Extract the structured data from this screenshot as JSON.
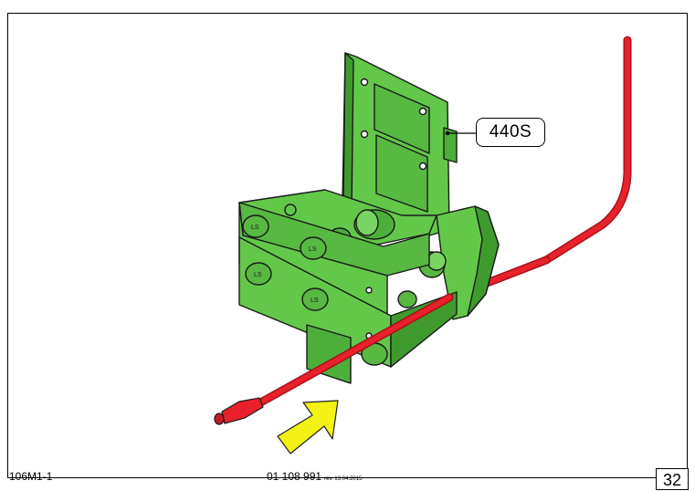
{
  "callout": {
    "label": "440S"
  },
  "footer": {
    "code": "106M1-1",
    "document": "01 108 991",
    "revision": "rev. 13.04.2015",
    "page": "32"
  },
  "colors": {
    "part_green": "#63c84a",
    "part_green_dark": "#3f9a2e",
    "cable_red": "#e8212c",
    "cable_red_dark": "#a8121a",
    "arrow_yellow": "#f2f215"
  },
  "part_labels": [
    "LS",
    "LS",
    "LS",
    "LS"
  ]
}
